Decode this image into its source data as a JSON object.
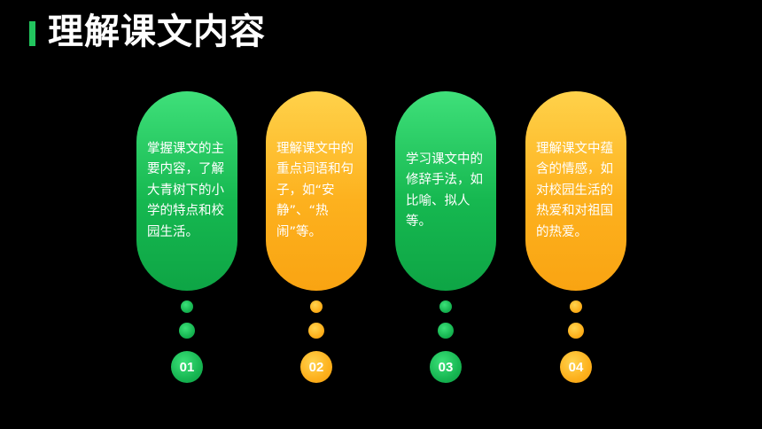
{
  "slide": {
    "title": "理解课文内容"
  },
  "cards": [
    {
      "number": "01",
      "text": "掌握课文的主要内容，了解大青树下的小学的特点和校园生活。",
      "theme": "green"
    },
    {
      "number": "02",
      "text": "理解课文中的重点词语和句子，如“安静”、“热闹”等。",
      "theme": "orange"
    },
    {
      "number": "03",
      "text": "学习课文中的修辞手法，如比喻、拟人等。",
      "theme": "green"
    },
    {
      "number": "04",
      "text": "理解课文中蕴含的情感，如对校园生活的热爱和对祖国的热爱。",
      "theme": "orange"
    }
  ],
  "colors": {
    "background": "#000000",
    "accent_green": "#22c55e",
    "accent_orange": "#fdb11e",
    "text": "#ffffff"
  }
}
